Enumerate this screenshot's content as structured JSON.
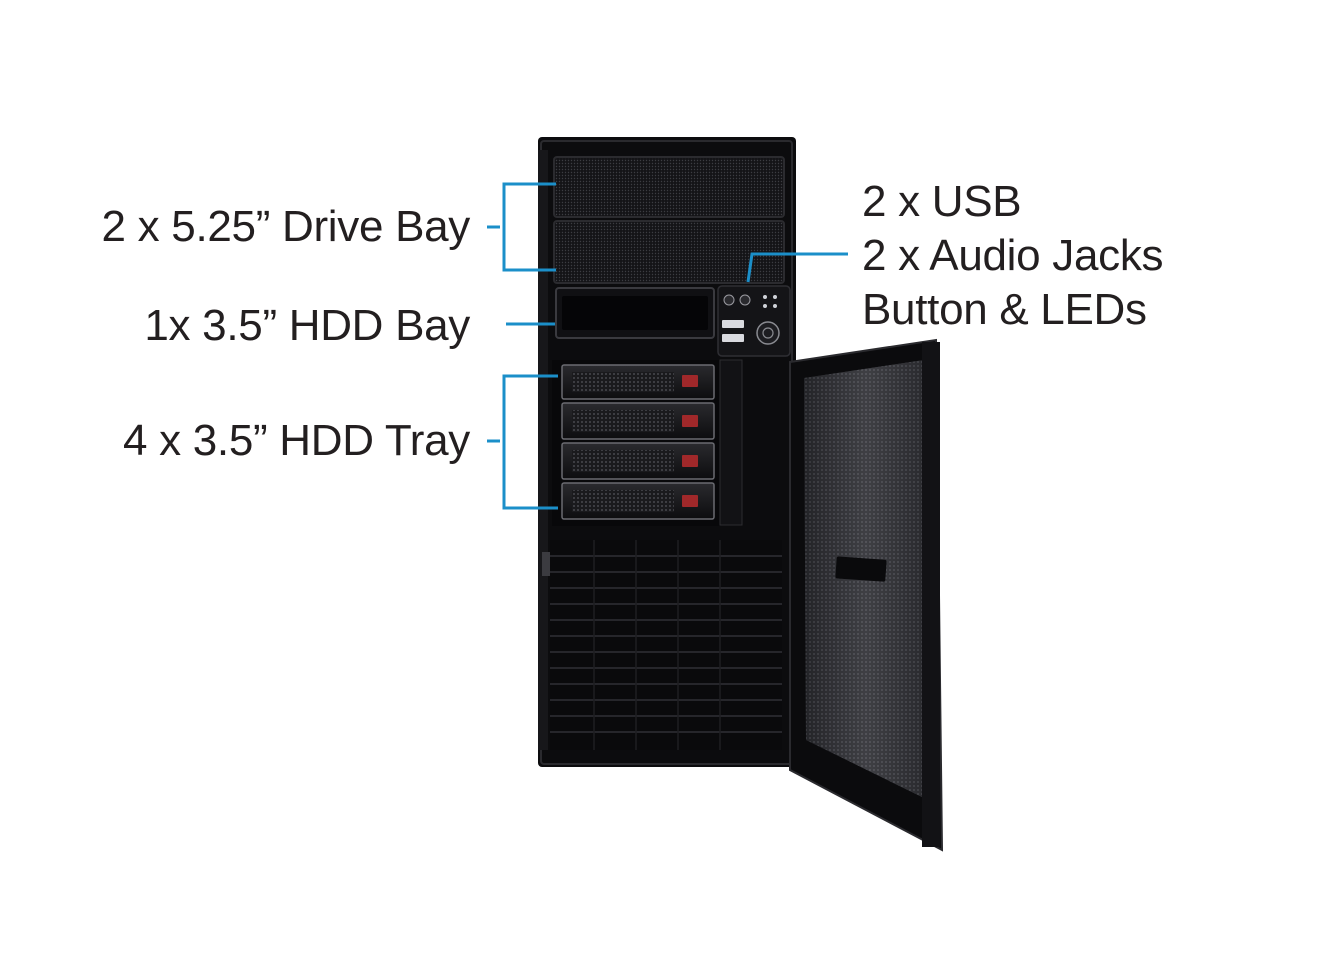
{
  "callouts": {
    "drive_bay": "2 x 5.25” Drive Bay",
    "hdd_bay": "1x 3.5” HDD Bay",
    "hdd_tray": "4 x 3.5” HDD Tray",
    "front_io": [
      "2 x USB",
      "2 x Audio Jacks",
      "Button & LEDs"
    ]
  },
  "colors": {
    "callout_line": "#1b8fc9",
    "text": "#231f20",
    "chassis": "#0c0c0e",
    "background": "#ffffff"
  },
  "icons": {
    "chassis": "server-tower-icon",
    "usb": "usb-port-icon",
    "audio": "audio-jack-icon",
    "power": "power-button-icon",
    "led": "status-led-icon"
  }
}
